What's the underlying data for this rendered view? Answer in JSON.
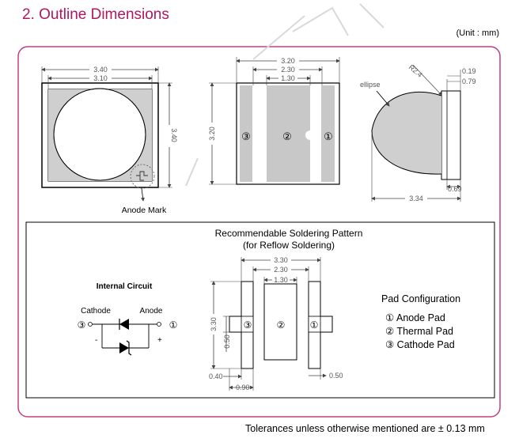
{
  "header": {
    "title": "2. Outline Dimensions",
    "unit": "(Unit : mm)"
  },
  "top_view": {
    "width_outer": "3.40",
    "width_inner": "3.10",
    "height": "3.40",
    "anode_mark": "Anode Mark"
  },
  "bottom_view": {
    "width_outer": "3.20",
    "pad_span": "2.30",
    "center_pad": "1.30",
    "height": "3.20",
    "pad_numbers": [
      "③",
      "②",
      "①"
    ]
  },
  "side_view": {
    "radius": "R2.4",
    "ellipse": "ellipse",
    "dim_019": "0.19",
    "dim_079": "0.79",
    "dim_069": "0.69",
    "dim_334": "3.34"
  },
  "soldering": {
    "title_line1": "Recommendable Soldering Pattern",
    "title_line2": "(for Reflow Soldering)",
    "dim_330_h": "3.30",
    "dim_230": "2.30",
    "dim_130": "1.30",
    "dim_330_v": "3.30",
    "dim_050_v": "0.50",
    "dim_040": "0.40",
    "dim_090": "0.90",
    "dim_050_h": "0.50",
    "pad_numbers": [
      "③",
      "②",
      "①"
    ]
  },
  "circuit": {
    "title": "Internal Circuit",
    "cathode": "Cathode",
    "anode": "Anode",
    "cathode_num": "③",
    "anode_num": "①",
    "minus": "-",
    "plus": "+"
  },
  "pad_config": {
    "title": "Pad Configuration",
    "items": [
      "① Anode Pad",
      "② Thermal Pad",
      "③ Cathode Pad"
    ]
  },
  "footer": {
    "tolerance": "Tolerances unless otherwise mentioned are ± 0.13 mm"
  },
  "colors": {
    "title": "#b0175f",
    "frame": "#c0407e",
    "pad_fill": "#c8c8c8"
  }
}
